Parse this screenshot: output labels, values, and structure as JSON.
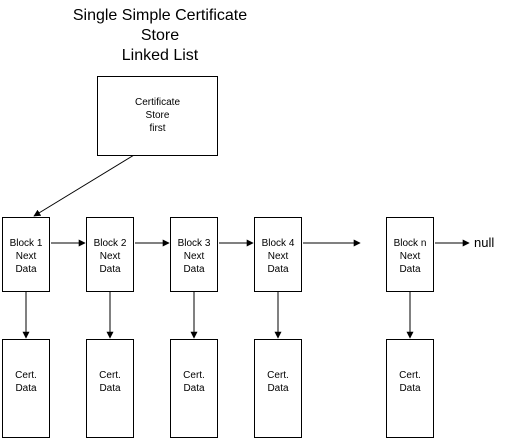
{
  "title": {
    "line1": "Single Simple Certificate",
    "line2": "Store",
    "line3": "Linked List"
  },
  "store": {
    "line1": "Certificate",
    "line2": "Store",
    "line3": "first"
  },
  "blocks": [
    {
      "name": "Block 1",
      "next": "Next",
      "data": "Data"
    },
    {
      "name": "Block 2",
      "next": "Next",
      "data": "Data"
    },
    {
      "name": "Block 3",
      "next": "Next",
      "data": "Data"
    },
    {
      "name": "Block 4",
      "next": "Next",
      "data": "Data"
    },
    {
      "name": "Block n",
      "next": "Next",
      "data": "Data"
    }
  ],
  "certs": [
    {
      "line1": "Cert.",
      "line2": "Data"
    },
    {
      "line1": "Cert.",
      "line2": "Data"
    },
    {
      "line1": "Cert.",
      "line2": "Data"
    },
    {
      "line1": "Cert.",
      "line2": "Data"
    },
    {
      "line1": "Cert.",
      "line2": "Data"
    }
  ],
  "null_label": "null",
  "colors": {
    "stroke": "#000000",
    "background": "#ffffff"
  }
}
